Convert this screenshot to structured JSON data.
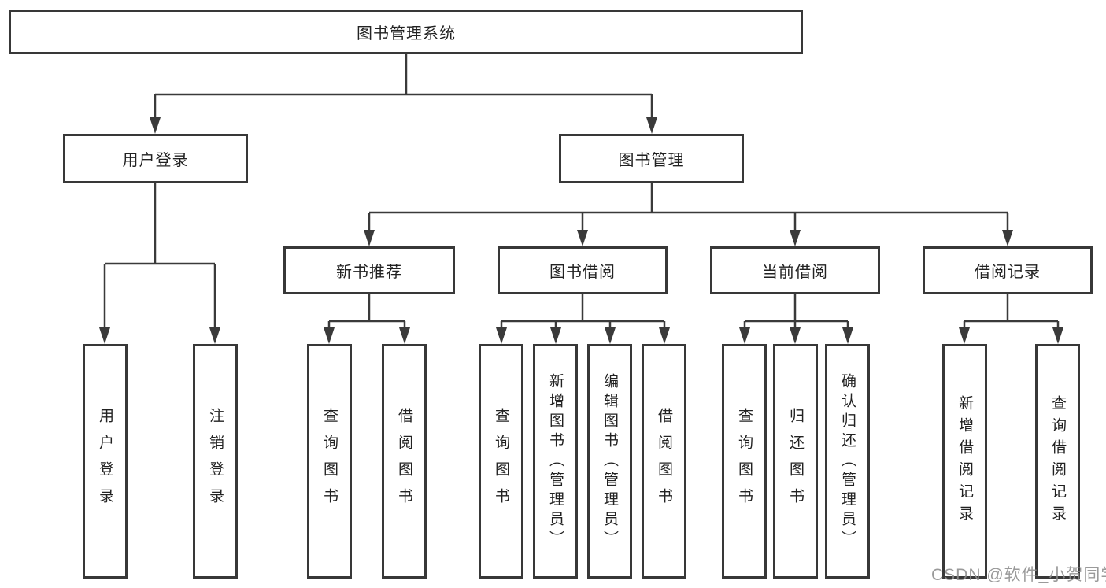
{
  "root_label": "图书管理系统",
  "level2": {
    "user_login": "用户登录",
    "book_mgmt": "图书管理"
  },
  "level3": {
    "new_book": "新书推荐",
    "borrow": "图书借阅",
    "current": "当前借阅",
    "records": "借阅记录"
  },
  "leaves": {
    "user_login": [
      "用户登录",
      "注销登录"
    ],
    "new_book": [
      "查询图书",
      "借阅图书"
    ],
    "borrow": [
      "查询图书",
      "新增图书（管理员）",
      "编辑图书（管理员）",
      "借阅图书"
    ],
    "current": [
      "查询图书",
      "归还图书",
      "确认归还（管理员）"
    ],
    "records": [
      "新增借阅记录",
      "查询借阅记录"
    ]
  },
  "watermark": "CSDN @软件_小贺同学",
  "colors": {
    "line": "#3a3a3a",
    "box_border": "#383838",
    "text": "#222222",
    "watermark": "#8c8c8c"
  }
}
